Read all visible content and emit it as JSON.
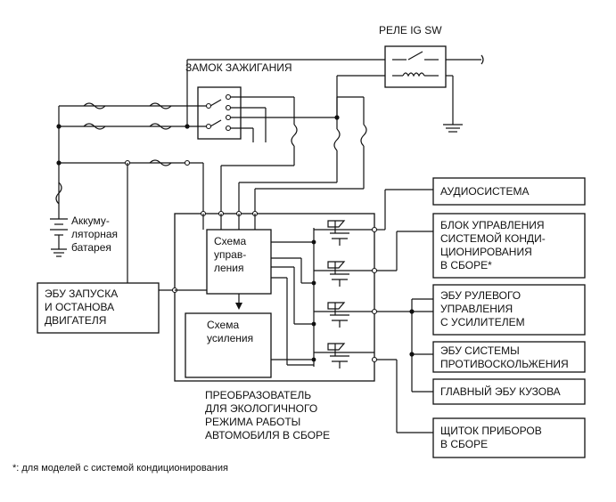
{
  "labels": {
    "relay": "РЕЛЕ IG SW",
    "ignition_switch": "ЗАМОК ЗАЖИГАНИЯ",
    "battery": [
      "Аккуму-",
      "ляторная",
      "батарея"
    ],
    "ecu_start_stop": [
      "ЭБУ ЗАПУСКА",
      "И ОСТАНОВА",
      "ДВИГАТЕЛЯ"
    ],
    "control_circuit": [
      "Схема",
      "управ-",
      "ления"
    ],
    "amplifier_circuit": [
      "Схема",
      "усиления"
    ],
    "converter": [
      "ПРЕОБРАЗОВАТЕЛЬ",
      "ДЛЯ ЭКОЛОГИЧНОГО",
      "РЕЖИМА РАБОТЫ",
      "АВТОМОБИЛЯ В СБОРЕ"
    ],
    "audio": [
      "АУДИОСИСТЕМА"
    ],
    "ac_unit": [
      "БЛОК УПРАВЛЕНИЯ",
      "СИСТЕМОЙ КОНДИ-",
      "ЦИОНИРОВАНИЯ",
      "В СБОРЕ*"
    ],
    "eps_ecu": [
      "ЭБУ РУЛЕВОГО",
      "УПРАВЛЕНИЯ",
      "С УСИЛИТЕЛЕМ"
    ],
    "skid_ecu": [
      "ЭБУ СИСТЕМЫ",
      "ПРОТИВОСКОЛЬЖЕНИЯ"
    ],
    "body_ecu": [
      "ГЛАВНЫЙ ЭБУ КУЗОВА"
    ],
    "meter": [
      "ЩИТОК ПРИБОРОВ",
      "В СБОРЕ"
    ]
  },
  "footnote": "*: для моделей с системой кондиционирования"
}
